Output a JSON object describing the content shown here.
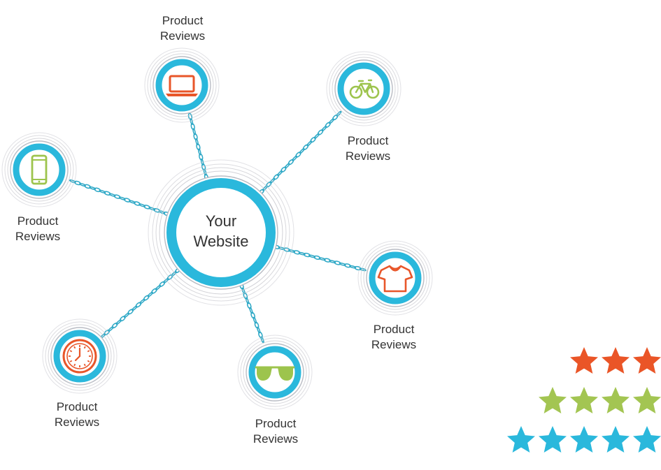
{
  "center": {
    "line1": "Your",
    "line2": "Website"
  },
  "nodes": [
    {
      "id": "laptop",
      "icon": "laptop-icon",
      "icon_color": "#e8562a",
      "label_line1": "Product",
      "label_line2": "Reviews"
    },
    {
      "id": "bicycle",
      "icon": "bicycle-icon",
      "icon_color": "#9dc44d",
      "label_line1": "Product",
      "label_line2": "Reviews"
    },
    {
      "id": "phone",
      "icon": "phone-icon",
      "icon_color": "#9dc44d",
      "label_line1": "Product",
      "label_line2": "Reviews"
    },
    {
      "id": "tshirt",
      "icon": "tshirt-icon",
      "icon_color": "#e8562a",
      "label_line1": "Product",
      "label_line2": "Reviews"
    },
    {
      "id": "watch",
      "icon": "watch-icon",
      "icon_color": "#e8562a",
      "label_line1": "Product",
      "label_line2": "Reviews"
    },
    {
      "id": "sunglasses",
      "icon": "sunglasses-icon",
      "icon_color": "#9dc44d",
      "label_line1": "Product",
      "label_line2": "Reviews"
    }
  ],
  "ratings": [
    {
      "stars": 3,
      "color": "#ea5527"
    },
    {
      "stars": 4,
      "color": "#a3c552"
    },
    {
      "stars": 5,
      "color": "#2ab8dc"
    }
  ],
  "colors": {
    "ring": "#2ab8dc",
    "halo": "#c9c9cf",
    "chain": "#2ea8c6",
    "text": "#333333"
  }
}
